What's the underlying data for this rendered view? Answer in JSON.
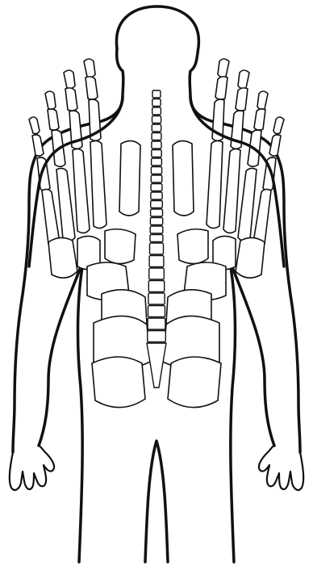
{
  "figure": {
    "subject": "reflexology-foot-map-on-human-back",
    "background_color": "#ffffff",
    "outline_color": "#111111",
    "bone_fill": "#ffffff",
    "has_text_labels": false,
    "elements": [
      "body-silhouette",
      "spine",
      "left-foot-skeleton",
      "right-foot-skeleton",
      "left-hand",
      "right-hand"
    ]
  }
}
